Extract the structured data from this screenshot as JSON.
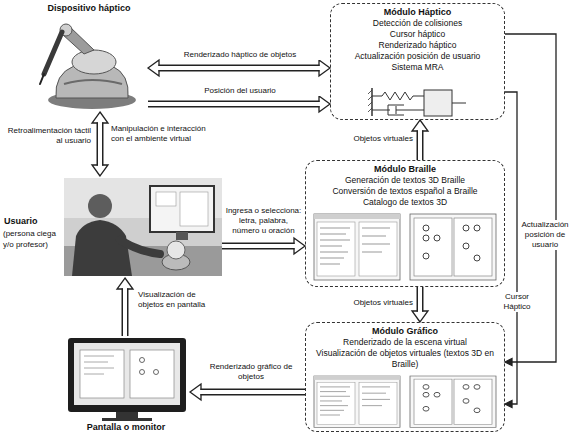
{
  "diagram": {
    "nodes": [
      {
        "text": [
          "Dispositivo háptico"
        ]
      },
      {
        "text": [
          "Módulo Háptico",
          "Detección de colisiones",
          "Cursor háptico",
          "Renderizado háptico",
          "Actualización posición de usuario",
          "Sistema MRA"
        ]
      },
      {
        "text": [
          "Usuario",
          "(persona ciega y/o profesor)"
        ]
      },
      {
        "text": [
          "Módulo Braille",
          "Generación de textos 3D Braille",
          "Conversión de textos español a Braille",
          "Catalogo de textos 3D"
        ]
      },
      {
        "text": [
          "Pantalla o monitor"
        ]
      },
      {
        "text": [
          "Módulo Gráfico",
          "Renderizado de la escena virtual",
          "Visualización de objetos virtuales (textos 3D en Braille)"
        ]
      }
    ],
    "edges": [
      {
        "from": 0,
        "to": 1,
        "arrow": "both",
        "label": "Renderizado háptico de objetos"
      },
      {
        "from": 0,
        "to": 1,
        "arrow": "to",
        "label": "Posición del usuario"
      },
      {
        "from": 0,
        "to": 2,
        "arrow": "both"
      },
      {
        "from": 2,
        "to": 3,
        "arrow": "to",
        "label": "Ingresa o selecciona: letra, palabra, número u oración"
      },
      {
        "from": 3,
        "to": 1,
        "arrow": "to",
        "label": "Objetos virtuales"
      },
      {
        "from": 3,
        "to": 5,
        "arrow": "to",
        "label": "Objetos virtuales"
      },
      {
        "from": 1,
        "to": 5,
        "arrow": "to",
        "label": "Cursor Háptico"
      },
      {
        "from": 1,
        "to": 5,
        "arrow": "to",
        "label": "Actualización posición de usuario"
      },
      {
        "from": 5,
        "to": 4,
        "arrow": "to",
        "label": "Renderizado gráfico de objetos"
      },
      {
        "from": 4,
        "to": 2,
        "arrow": "to",
        "label": "Visualización de objetos en pantalla"
      }
    ],
    "labels": [
      "Retroalimentación táctil al usuario",
      "Manipulación e interacción con el ambiente virtual"
    ]
  }
}
